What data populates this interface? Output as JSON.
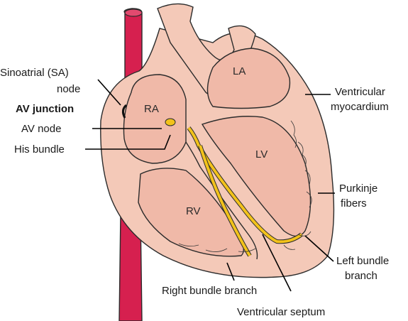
{
  "chambers": {
    "la": "LA",
    "ra": "RA",
    "lv": "LV",
    "rv": "RV"
  },
  "labels": {
    "sa_node_line1": "Sinoatrial (SA)",
    "sa_node_line2": "node",
    "av_junction": "AV junction",
    "av_node": "AV node",
    "his_bundle": "His bundle",
    "ventricular_myocardium_line1": "Ventricular",
    "ventricular_myocardium_line2": "myocardium",
    "purkinje_line1": "Purkinje",
    "purkinje_line2": "fibers",
    "left_bundle_line1": "Left bundle",
    "left_bundle_line2": "branch",
    "right_bundle_branch": "Right bundle branch",
    "ventricular_septum": "Ventricular septum"
  },
  "colors": {
    "heart_outer": "#f4c9b8",
    "heart_inner": "#f0b9a8",
    "vessel": "#d6204f",
    "conduction": "#f2c21b"
  }
}
